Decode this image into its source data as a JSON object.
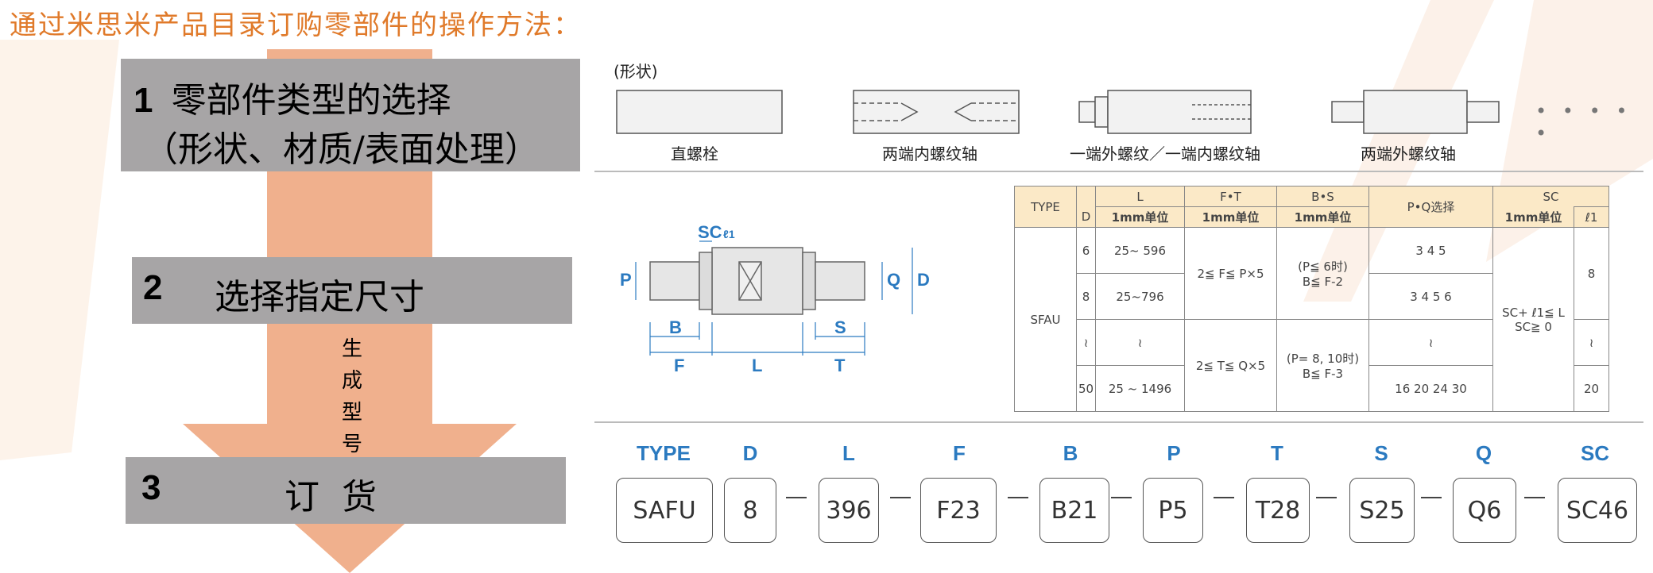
{
  "title": "通过米思米产品目录订购零部件的操作方法：",
  "steps": [
    {
      "num": "1",
      "line1": "零部件类型的选择",
      "line2": "（形状、材质/表面处理）"
    },
    {
      "num": "2",
      "text": "选择指定尺寸"
    },
    {
      "num": "3",
      "text": "订  货"
    }
  ],
  "generate_label": [
    "生",
    "成",
    "型",
    "号"
  ],
  "catalog": {
    "shape_header": "(形状)",
    "shapes": [
      "直螺栓",
      "两端内螺纹轴",
      "一端外螺纹／一端内螺纹轴",
      "两端外螺纹轴"
    ],
    "more": "• • • • •",
    "diagram_labels": {
      "SC": "SC",
      "l1": "ℓ1",
      "P": "P",
      "Q": "Q",
      "D": "D",
      "B": "B",
      "F": "F",
      "L": "L",
      "S": "S",
      "T": "T"
    },
    "table": {
      "headers": {
        "type": "TYPE",
        "d": "D",
        "l": "L",
        "l_unit": "1mm单位",
        "ft": "F•T",
        "ft_unit": "1mm单位",
        "bs": "B•S",
        "bs_unit": "1mm单位",
        "pq": "P•Q选择",
        "sc": "SC",
        "sc_unit": "1mm单位",
        "l1": "ℓ1"
      },
      "type_value": "SFAU",
      "d_values": [
        "6",
        "8",
        "≀",
        "50"
      ],
      "l_values": [
        "25~ 596",
        "25~796",
        "≀",
        "25 ~ 1496"
      ],
      "f_rule": "2≦ F≦ P×5",
      "t_rule": "2≦ T≦ Q×5",
      "b_rule_1a": "(P≦ 6时)",
      "b_rule_1b": "B≦ F-2",
      "b_rule_2a": "(P= 8, 10时)",
      "b_rule_2b": "B≦ F-3",
      "pq_values": [
        "3 4 5",
        "3 4 5 6",
        "≀",
        "16 20 24 30"
      ],
      "sc_rule_1": "SC+ ℓ1≦ L",
      "sc_rule_2": "SC≧ 0",
      "l1_values": [
        "8",
        "≀",
        "20"
      ]
    },
    "code_headers": [
      "TYPE",
      "D",
      "L",
      "F",
      "B",
      "P",
      "T",
      "S",
      "Q",
      "SC"
    ],
    "code_values": [
      "SAFU",
      "8",
      "396",
      "F23",
      "B21",
      "P5",
      "T28",
      "S25",
      "Q6",
      "SC46"
    ]
  },
  "colors": {
    "arrow": "#f0b08d",
    "step_box": "#a7a5a6",
    "title": "#e07a2a",
    "code_head": "#2b7ac0",
    "table_head": "#fbe9c7"
  }
}
